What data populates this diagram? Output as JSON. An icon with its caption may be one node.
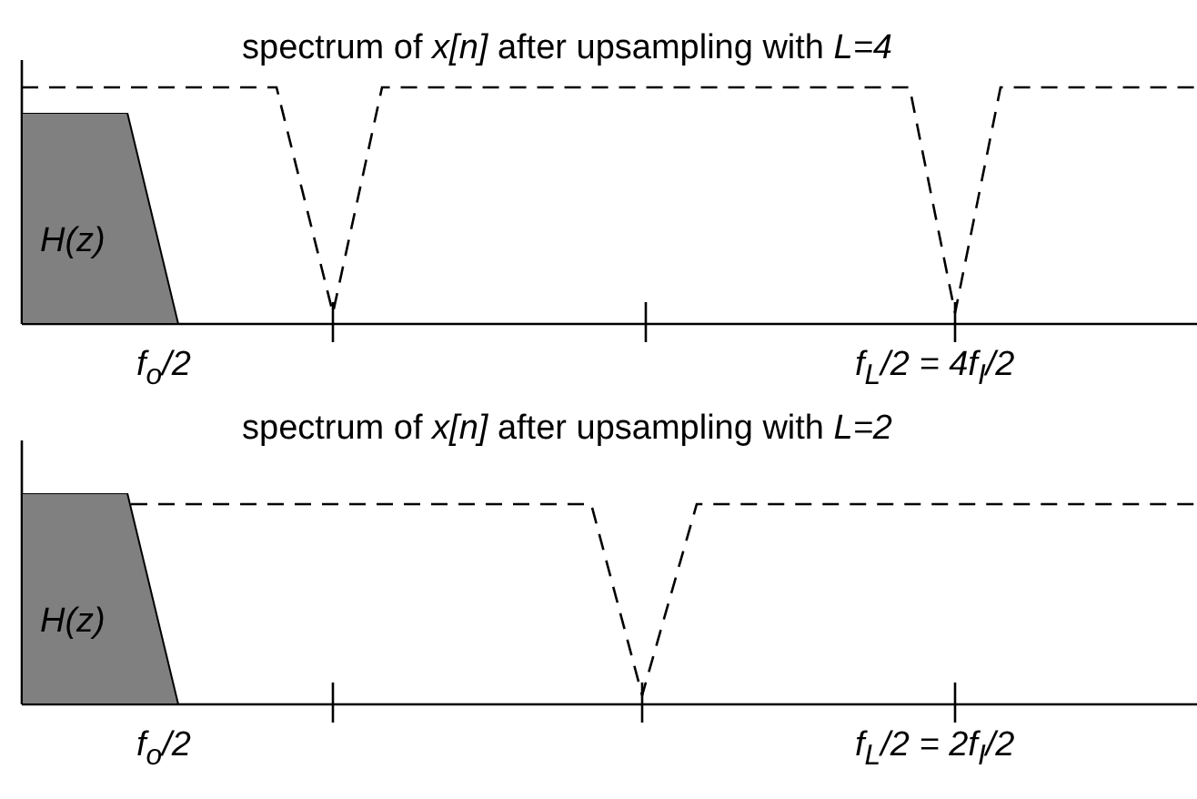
{
  "diagram": {
    "nodes": [
      {
        "text": [
          "H(z)"
        ]
      },
      {
        "text": [
          "H(z)"
        ]
      }
    ],
    "labels": [
      "spectrum of *x[n]* after upsampling with *L=4*",
      "f$_{o}$/2",
      "f$_{L}$/2 = 4f$_{I}$/2",
      "spectrum of *x[n]* after upsampling with *L=2*",
      "f$_{o}$/2",
      "f$_{L}$/2 = 2f$_{I}$/2"
    ]
  }
}
